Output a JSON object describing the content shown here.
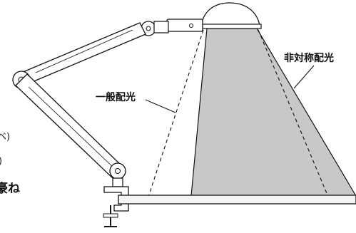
{
  "labels": {
    "general": "一般配光",
    "asymmetric": "非対称配光"
  },
  "clipped_text": {
    "line1": "ベ)",
    "line2": ")",
    "line3": "豪ね"
  },
  "colors": {
    "asymmetric_fill": "#c8c8c8",
    "stroke": "#111111",
    "background": "#ffffff"
  }
}
